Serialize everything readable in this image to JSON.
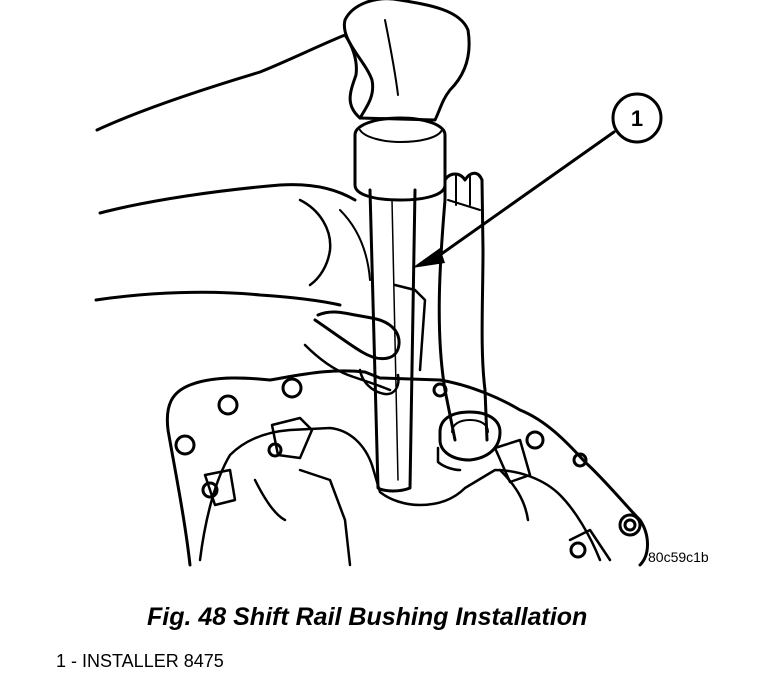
{
  "figure": {
    "image_code": "80c59c1b",
    "caption": "Fig. 48 Shift Rail Bushing Installation",
    "callout_number": "1",
    "legend": [
      {
        "text": "1 - INSTALLER 8475"
      }
    ]
  },
  "colors": {
    "line": "#000000",
    "background": "#ffffff"
  },
  "icons": [
    "hand-illustration",
    "installer-tool",
    "shift-rail",
    "transmission-case",
    "callout-arrow"
  ]
}
